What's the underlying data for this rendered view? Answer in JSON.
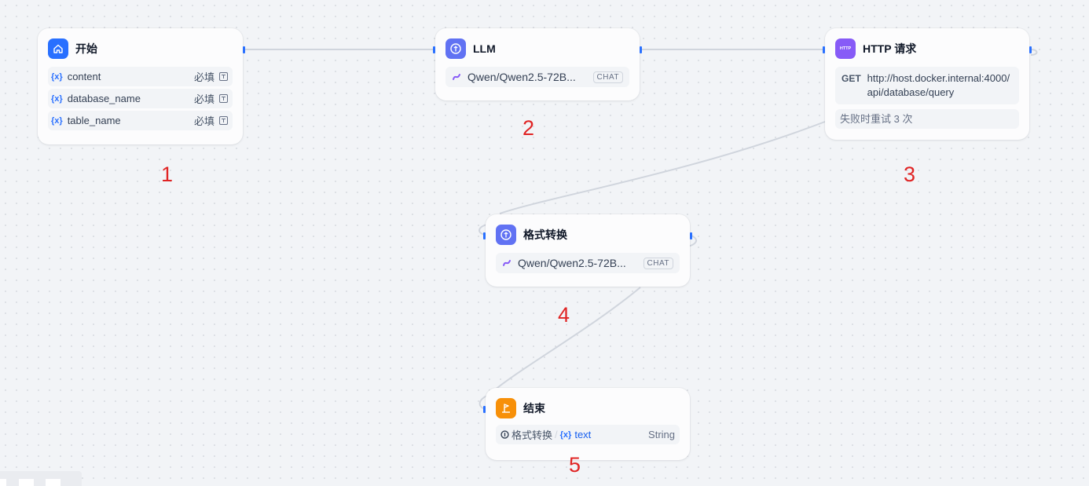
{
  "colors": {
    "start_icon": "#2970ff",
    "llm_icon": "#6172f3",
    "http_icon": "#875bf7",
    "end_icon": "#f79009",
    "variable_mark": "#2970ff",
    "edge": "#d0d5dd",
    "handle": "#2970ff",
    "annotation": "#e02424"
  },
  "nodes": {
    "start": {
      "title": "开始",
      "icon": "home-icon",
      "variables": [
        {
          "mark": "{x}",
          "name": "content",
          "required": "必填"
        },
        {
          "mark": "{x}",
          "name": "database_name",
          "required": "必填"
        },
        {
          "mark": "{x}",
          "name": "table_name",
          "required": "必填"
        }
      ]
    },
    "llm": {
      "title": "LLM",
      "icon": "brain-icon",
      "model": "Qwen/Qwen2.5-72B...",
      "mode": "CHAT"
    },
    "http": {
      "title": "HTTP 请求",
      "icon": "http-icon",
      "icon_text": "HTTP",
      "method": "GET",
      "url": "http://host.docker.internal:4000/api/database/query",
      "retry": "失败时重试 3 次"
    },
    "format": {
      "title": "格式转换",
      "icon": "brain-icon",
      "model": "Qwen/Qwen2.5-72B...",
      "mode": "CHAT"
    },
    "end": {
      "title": "结束",
      "icon": "end-icon",
      "output": {
        "source": "格式转换",
        "separator": "/",
        "mark": "{x}",
        "name": "text",
        "type": "String"
      }
    }
  },
  "annotations": [
    "1",
    "2",
    "3",
    "4",
    "5"
  ]
}
